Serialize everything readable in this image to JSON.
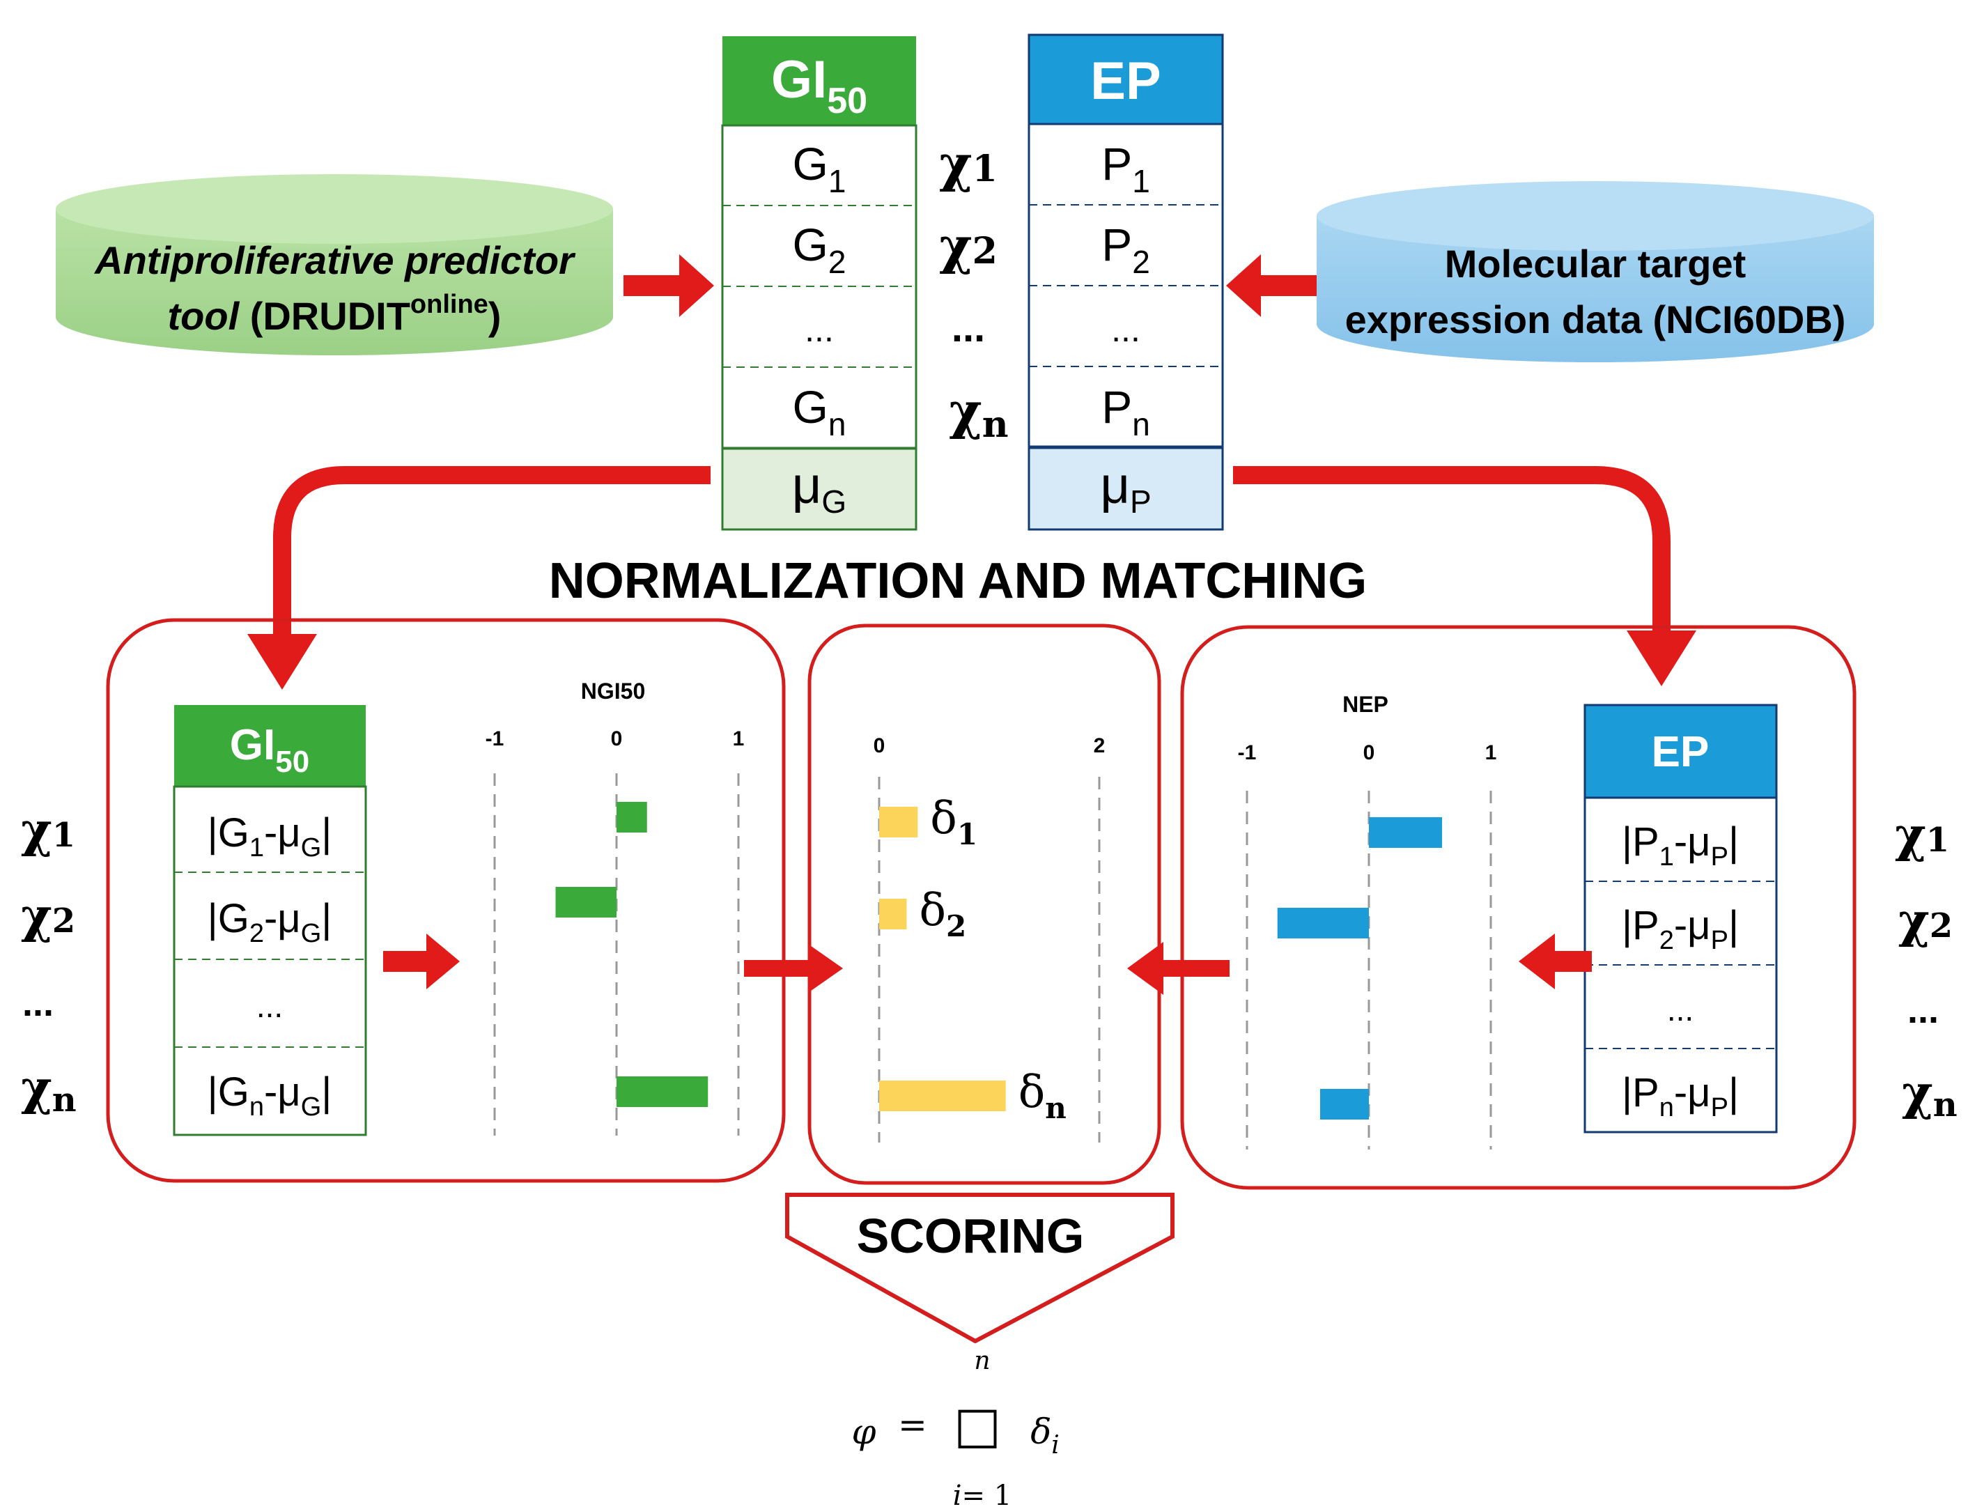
{
  "title": "NORMALIZATION AND MATCHING",
  "sources": {
    "left": {
      "line1": "Antiproliferative predictor",
      "line2_italic": "tool",
      "line2_rest": "(DRUDIT",
      "superscript": "online",
      "line2_end": ")"
    },
    "right": {
      "line1": "Molecular target",
      "line2": "expression data (NCI60DB)"
    }
  },
  "top_tables": {
    "gi50": {
      "header": "GI",
      "header_sub": "50",
      "rows": [
        {
          "main": "G",
          "sub": "1"
        },
        {
          "main": "G",
          "sub": "2"
        },
        {
          "main": "...",
          "sub": ""
        },
        {
          "main": "G",
          "sub": "n"
        }
      ],
      "mean": {
        "main": "μ",
        "sub": "G"
      }
    },
    "ep": {
      "header": "EP",
      "rows": [
        {
          "main": "P",
          "sub": "1"
        },
        {
          "main": "P",
          "sub": "2"
        },
        {
          "main": "...",
          "sub": ""
        },
        {
          "main": "P",
          "sub": "n"
        }
      ],
      "mean": {
        "main": "μ",
        "sub": "P"
      }
    },
    "chi": [
      {
        "main": "χ",
        "sub": "1"
      },
      {
        "main": "χ",
        "sub": "2"
      },
      {
        "main": "...",
        "sub": ""
      },
      {
        "main": "χ",
        "sub": "n"
      }
    ]
  },
  "bottom": {
    "gi50": {
      "header": "GI",
      "header_sub": "50",
      "rows": [
        {
          "a": "|G",
          "s1": "1",
          "b": "-μ",
          "s2": "G",
          "c": "|"
        },
        {
          "a": "|G",
          "s1": "2",
          "b": "-μ",
          "s2": "G",
          "c": "|"
        },
        {
          "a": "...",
          "s1": "",
          "b": "",
          "s2": "",
          "c": ""
        },
        {
          "a": "|G",
          "s1": "n",
          "b": "-μ",
          "s2": "G",
          "c": "|"
        }
      ]
    },
    "ep": {
      "header": "EP",
      "rows": [
        {
          "a": "|P",
          "s1": "1",
          "b": "-μ",
          "s2": "P",
          "c": "|"
        },
        {
          "a": "|P",
          "s1": "2",
          "b": "-μ",
          "s2": "P",
          "c": "|"
        },
        {
          "a": "...",
          "s1": "",
          "b": "",
          "s2": "",
          "c": ""
        },
        {
          "a": "|P",
          "s1": "n",
          "b": "-μ",
          "s2": "P",
          "c": "|"
        }
      ]
    },
    "chi_left": [
      {
        "main": "χ",
        "sub": "1"
      },
      {
        "main": "χ",
        "sub": "2"
      },
      {
        "main": "...",
        "sub": ""
      },
      {
        "main": "χ",
        "sub": "n"
      }
    ],
    "chi_right": [
      {
        "main": "χ",
        "sub": "1"
      },
      {
        "main": "χ",
        "sub": "2"
      },
      {
        "main": "...",
        "sub": ""
      },
      {
        "main": "χ",
        "sub": "n"
      }
    ]
  },
  "chart_data": [
    {
      "type": "bar",
      "title": "NGI50",
      "orientation": "horizontal",
      "xlim": [
        -1,
        1
      ],
      "ticks": [
        "-1",
        "0",
        "1"
      ],
      "values": [
        0.25,
        -0.5,
        0.75
      ],
      "color": "#3aaa3a"
    },
    {
      "type": "bar",
      "title": "",
      "orientation": "horizontal",
      "xlim": [
        0,
        2
      ],
      "ticks": [
        "0",
        "2"
      ],
      "values": [
        0.35,
        0.25,
        1.15
      ],
      "labels": [
        {
          "main": "δ",
          "sub": "1"
        },
        {
          "main": "δ",
          "sub": "2"
        },
        {
          "main": "δ",
          "sub": "n"
        }
      ],
      "color": "#fcd45a"
    },
    {
      "type": "bar",
      "title": "NEP",
      "orientation": "horizontal",
      "xlim": [
        -1,
        1
      ],
      "ticks": [
        "-1",
        "0",
        "1"
      ],
      "values": [
        0.6,
        -0.75,
        -0.4
      ],
      "color": "#1b9bd7"
    }
  ],
  "scoring": {
    "label": "SCORING",
    "formula": {
      "lhs": "φ",
      "eq": "=",
      "op": "□",
      "term": "δ",
      "term_sub": "i",
      "upper": "n",
      "lower_var": "i",
      "lower_rest": "= 1"
    }
  },
  "colors": {
    "red": "#e11a1a",
    "green": "#3aaa3a",
    "blue": "#1b9bd7",
    "yellow": "#fcd45a"
  }
}
